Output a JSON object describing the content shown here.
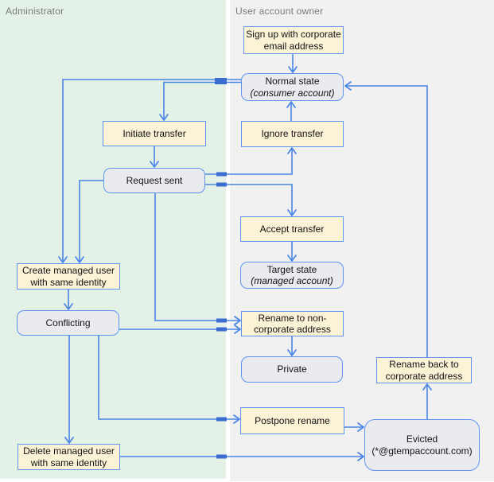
{
  "diagram": {
    "title_context": "Account transfer state diagram",
    "lanes": [
      {
        "id": "administrator",
        "label": "Administrator"
      },
      {
        "id": "user-account-owner",
        "label": "User account owner"
      }
    ],
    "nodes": [
      {
        "id": "sign-up",
        "type": "action",
        "lines": [
          "Sign up with corporate",
          "email address"
        ]
      },
      {
        "id": "normal-state",
        "type": "state",
        "lines": [
          "Normal state",
          "(consumer account)"
        ]
      },
      {
        "id": "initiate-transfer",
        "type": "action",
        "lines": [
          "Initiate transfer"
        ]
      },
      {
        "id": "ignore-transfer",
        "type": "action",
        "lines": [
          "Ignore transfer"
        ]
      },
      {
        "id": "request-sent",
        "type": "state",
        "lines": [
          "Request sent"
        ]
      },
      {
        "id": "accept-transfer",
        "type": "action",
        "lines": [
          "Accept transfer"
        ]
      },
      {
        "id": "target-state",
        "type": "state",
        "lines": [
          "Target state",
          "(managed account)"
        ]
      },
      {
        "id": "create-managed-user",
        "type": "action",
        "lines": [
          "Create managed user",
          "with same identity"
        ]
      },
      {
        "id": "conflicting",
        "type": "state",
        "lines": [
          "Conflicting"
        ]
      },
      {
        "id": "rename-to-non-corporate",
        "type": "action",
        "lines": [
          "Rename to non-",
          "corporate address"
        ]
      },
      {
        "id": "private",
        "type": "state",
        "lines": [
          "Private"
        ]
      },
      {
        "id": "rename-back",
        "type": "action",
        "lines": [
          "Rename back to",
          "corporate address"
        ]
      },
      {
        "id": "postpone-rename",
        "type": "action",
        "lines": [
          "Postpone rename"
        ]
      },
      {
        "id": "evicted",
        "type": "state",
        "lines": [
          "Evicted",
          "(*@gtempaccount.com)"
        ]
      },
      {
        "id": "delete-managed-user",
        "type": "action",
        "lines": [
          "Delete managed user",
          "with same identity"
        ]
      }
    ],
    "edges": [
      {
        "from": "sign-up",
        "to": "normal-state"
      },
      {
        "from": "ignore-transfer",
        "to": "normal-state"
      },
      {
        "from": "rename-back",
        "to": "normal-state"
      },
      {
        "from": "normal-state",
        "to": "create-managed-user"
      },
      {
        "from": "normal-state",
        "to": "initiate-transfer"
      },
      {
        "from": "initiate-transfer",
        "to": "request-sent"
      },
      {
        "from": "request-sent",
        "to": "ignore-transfer"
      },
      {
        "from": "request-sent",
        "to": "accept-transfer"
      },
      {
        "from": "accept-transfer",
        "to": "target-state"
      },
      {
        "from": "request-sent",
        "to": "create-managed-user"
      },
      {
        "from": "request-sent",
        "to": "rename-to-non-corporate"
      },
      {
        "from": "conflicting",
        "to": "rename-to-non-corporate"
      },
      {
        "from": "create-managed-user",
        "to": "conflicting"
      },
      {
        "from": "rename-to-non-corporate",
        "to": "private"
      },
      {
        "from": "conflicting",
        "to": "delete-managed-user"
      },
      {
        "from": "conflicting",
        "to": "postpone-rename"
      },
      {
        "from": "postpone-rename",
        "to": "evicted"
      },
      {
        "from": "delete-managed-user",
        "to": "evicted"
      },
      {
        "from": "evicted",
        "to": "rename-back"
      }
    ],
    "colors": {
      "lane_admin_bg": "#e4f1e6",
      "lane_owner_bg": "#f1f1f2",
      "action_fill": "#fcf3d7",
      "state_fill": "#e9ebef",
      "box_border": "#5f94f2",
      "connector": "#4a85e8",
      "connector_dark": "#3b6ed0",
      "lane_label": "#7a7a7a",
      "text": "#121212"
    }
  }
}
